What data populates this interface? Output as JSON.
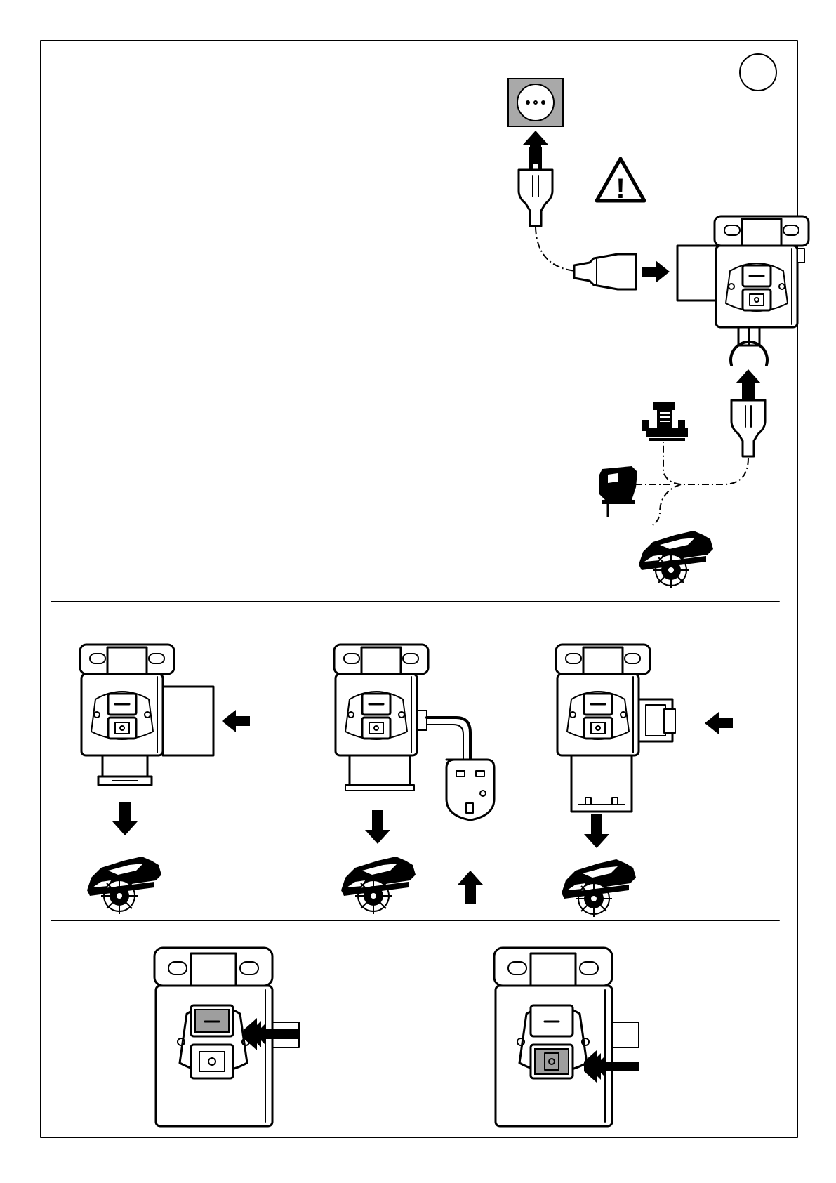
{
  "figure": {
    "panel_marker": "",
    "colors": {
      "ink": "#000000",
      "paper": "#ffffff",
      "highlight": "#9e9e9e",
      "socket_plate": "#a9a9a9"
    },
    "icons": [
      "wall-socket-icon",
      "schuko-plug-icon",
      "warning-triangle-icon",
      "switch-box-icon",
      "router-icon",
      "jigsaw-icon",
      "circular-saw-icon",
      "uk-plug-icon",
      "arrow-icon"
    ],
    "top_panel": {
      "warning_symbol": "!"
    },
    "middle_panel": {
      "variants": [
        "adapter-variant",
        "cable-uk-plug-variant",
        "clip-variant"
      ]
    },
    "bottom_panel": {
      "states": [
        "on-button-pressed",
        "off-button-pressed"
      ]
    }
  }
}
